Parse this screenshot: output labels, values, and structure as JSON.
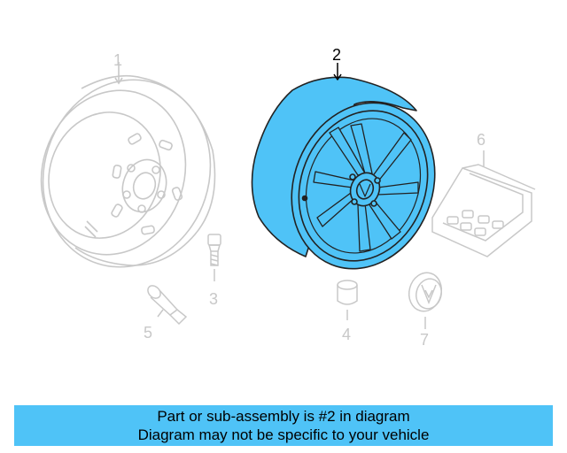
{
  "diagram": {
    "highlight_color": "#4fc3f7",
    "ghost_color": "#c8c8c8",
    "callouts": [
      {
        "num": "1",
        "part": "steel-spare-wheel"
      },
      {
        "num": "2",
        "part": "alloy-wheel",
        "active": true
      },
      {
        "num": "3",
        "part": "wheel-lug-bolt"
      },
      {
        "num": "4",
        "part": "valve-cap"
      },
      {
        "num": "5",
        "part": "tire-valve-stem"
      },
      {
        "num": "6",
        "part": "lock-bolt-kit-case"
      },
      {
        "num": "7",
        "part": "center-cap"
      }
    ]
  },
  "banner": {
    "line1": "Part or sub-assembly is #2 in diagram",
    "line2": "Diagram may not be specific to your vehicle"
  }
}
